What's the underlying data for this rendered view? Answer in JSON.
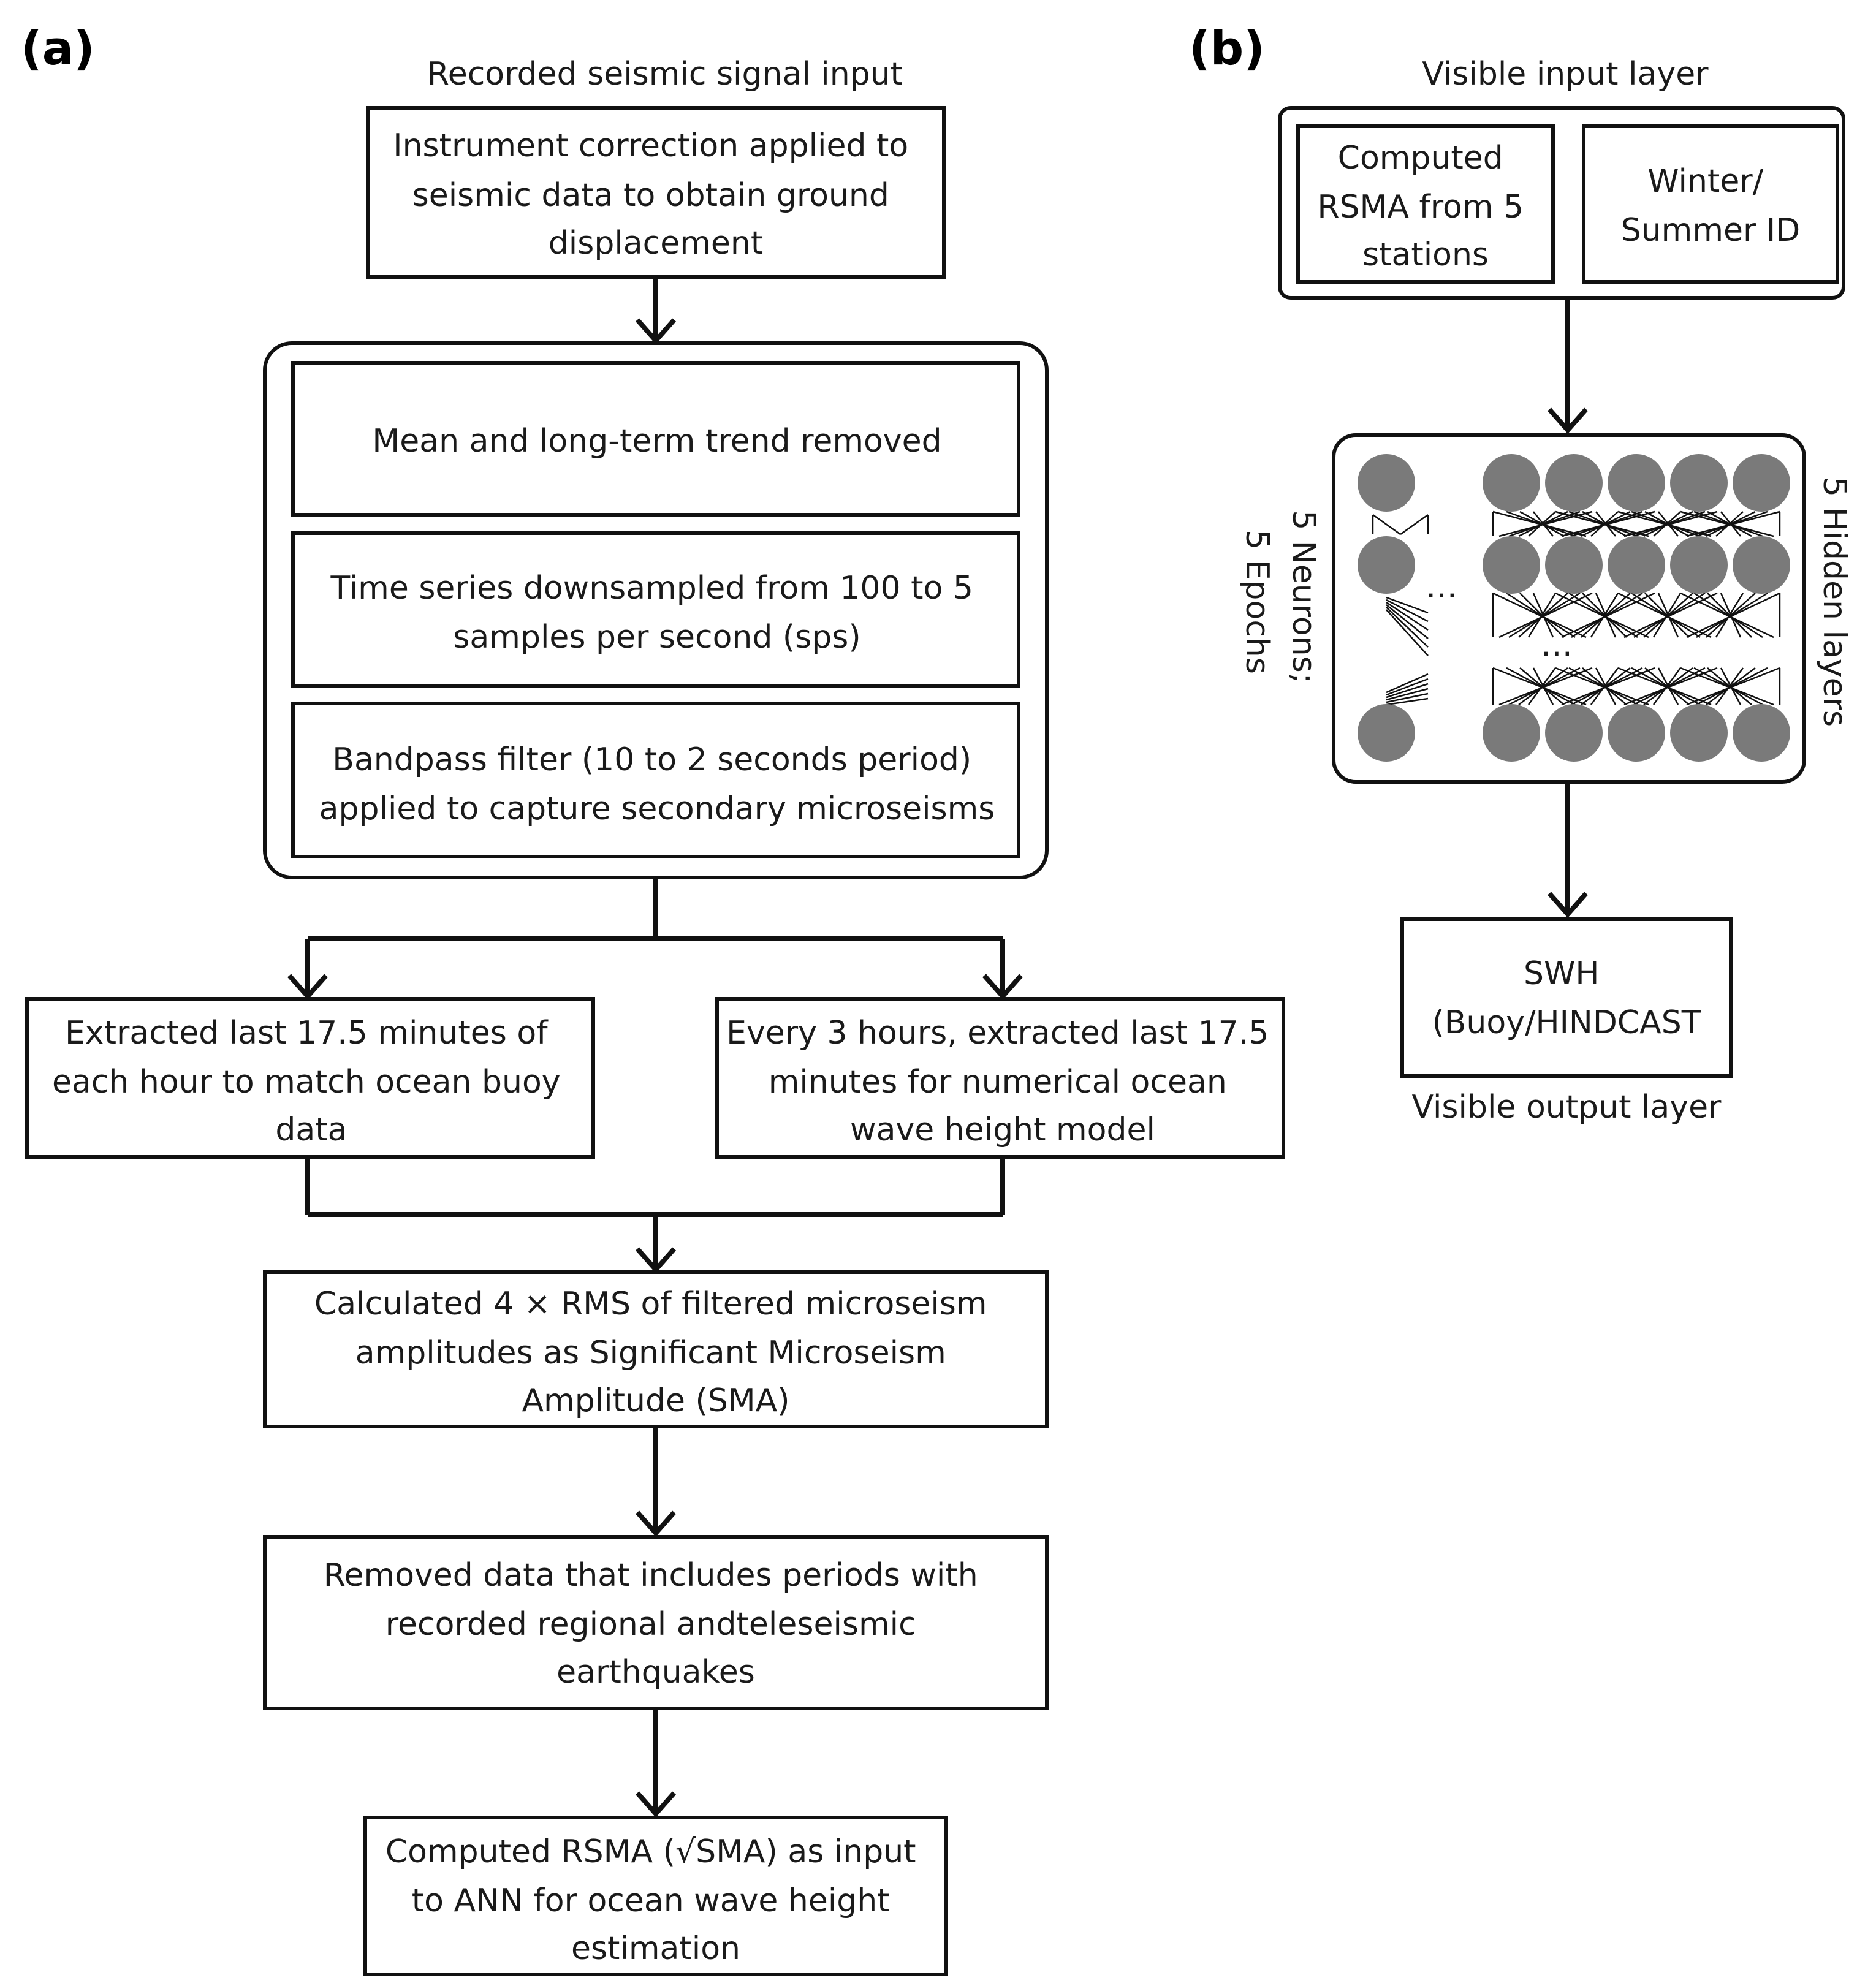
{
  "panel_a": {
    "label": "(a)",
    "input_caption": "Recorded seismic signal input",
    "step1": [
      "Instrument correction applied to",
      "seismic data to obtain ground",
      "displacement"
    ],
    "group_steps": [
      [
        "Mean and long-term trend removed"
      ],
      [
        "Time series downsampled from 100 to 5",
        "samples per second (sps)"
      ],
      [
        "Bandpass filter (10 to 2 seconds period)",
        "applied to capture secondary microseisms"
      ]
    ],
    "branch_left": [
      "Extracted last 17.5 minutes of",
      "each hour to match ocean buoy",
      "data"
    ],
    "branch_right": [
      "Every 3 hours, extracted last 17.5",
      "minutes for numerical ocean",
      "wave height model"
    ],
    "step_sma": [
      "Calculated 4 × RMS of filtered microseism",
      "amplitudes as Significant Microseism",
      "Amplitude (SMA)"
    ],
    "step_remove": [
      "Removed data that includes periods with",
      "recorded regional andteleseismic",
      "earthquakes"
    ],
    "step_final": [
      "Computed RSMA (√SMA) as input",
      "to ANN for ocean wave height",
      "estimation"
    ]
  },
  "panel_b": {
    "label": "(b)",
    "input_caption": "Visible input layer",
    "input_left": [
      "Computed",
      "RSMA from 5",
      "stations"
    ],
    "input_right": [
      "Winter/",
      "Summer ID"
    ],
    "side_left": [
      "5 Neurons;",
      "5 Epochs"
    ],
    "side_right": "5 Hidden layers",
    "ellipsis": "…",
    "output_box": [
      "SWH",
      "(Buoy/HINDCAST"
    ],
    "output_caption": "Visible output layer",
    "node_color": "#7a7a7a"
  }
}
